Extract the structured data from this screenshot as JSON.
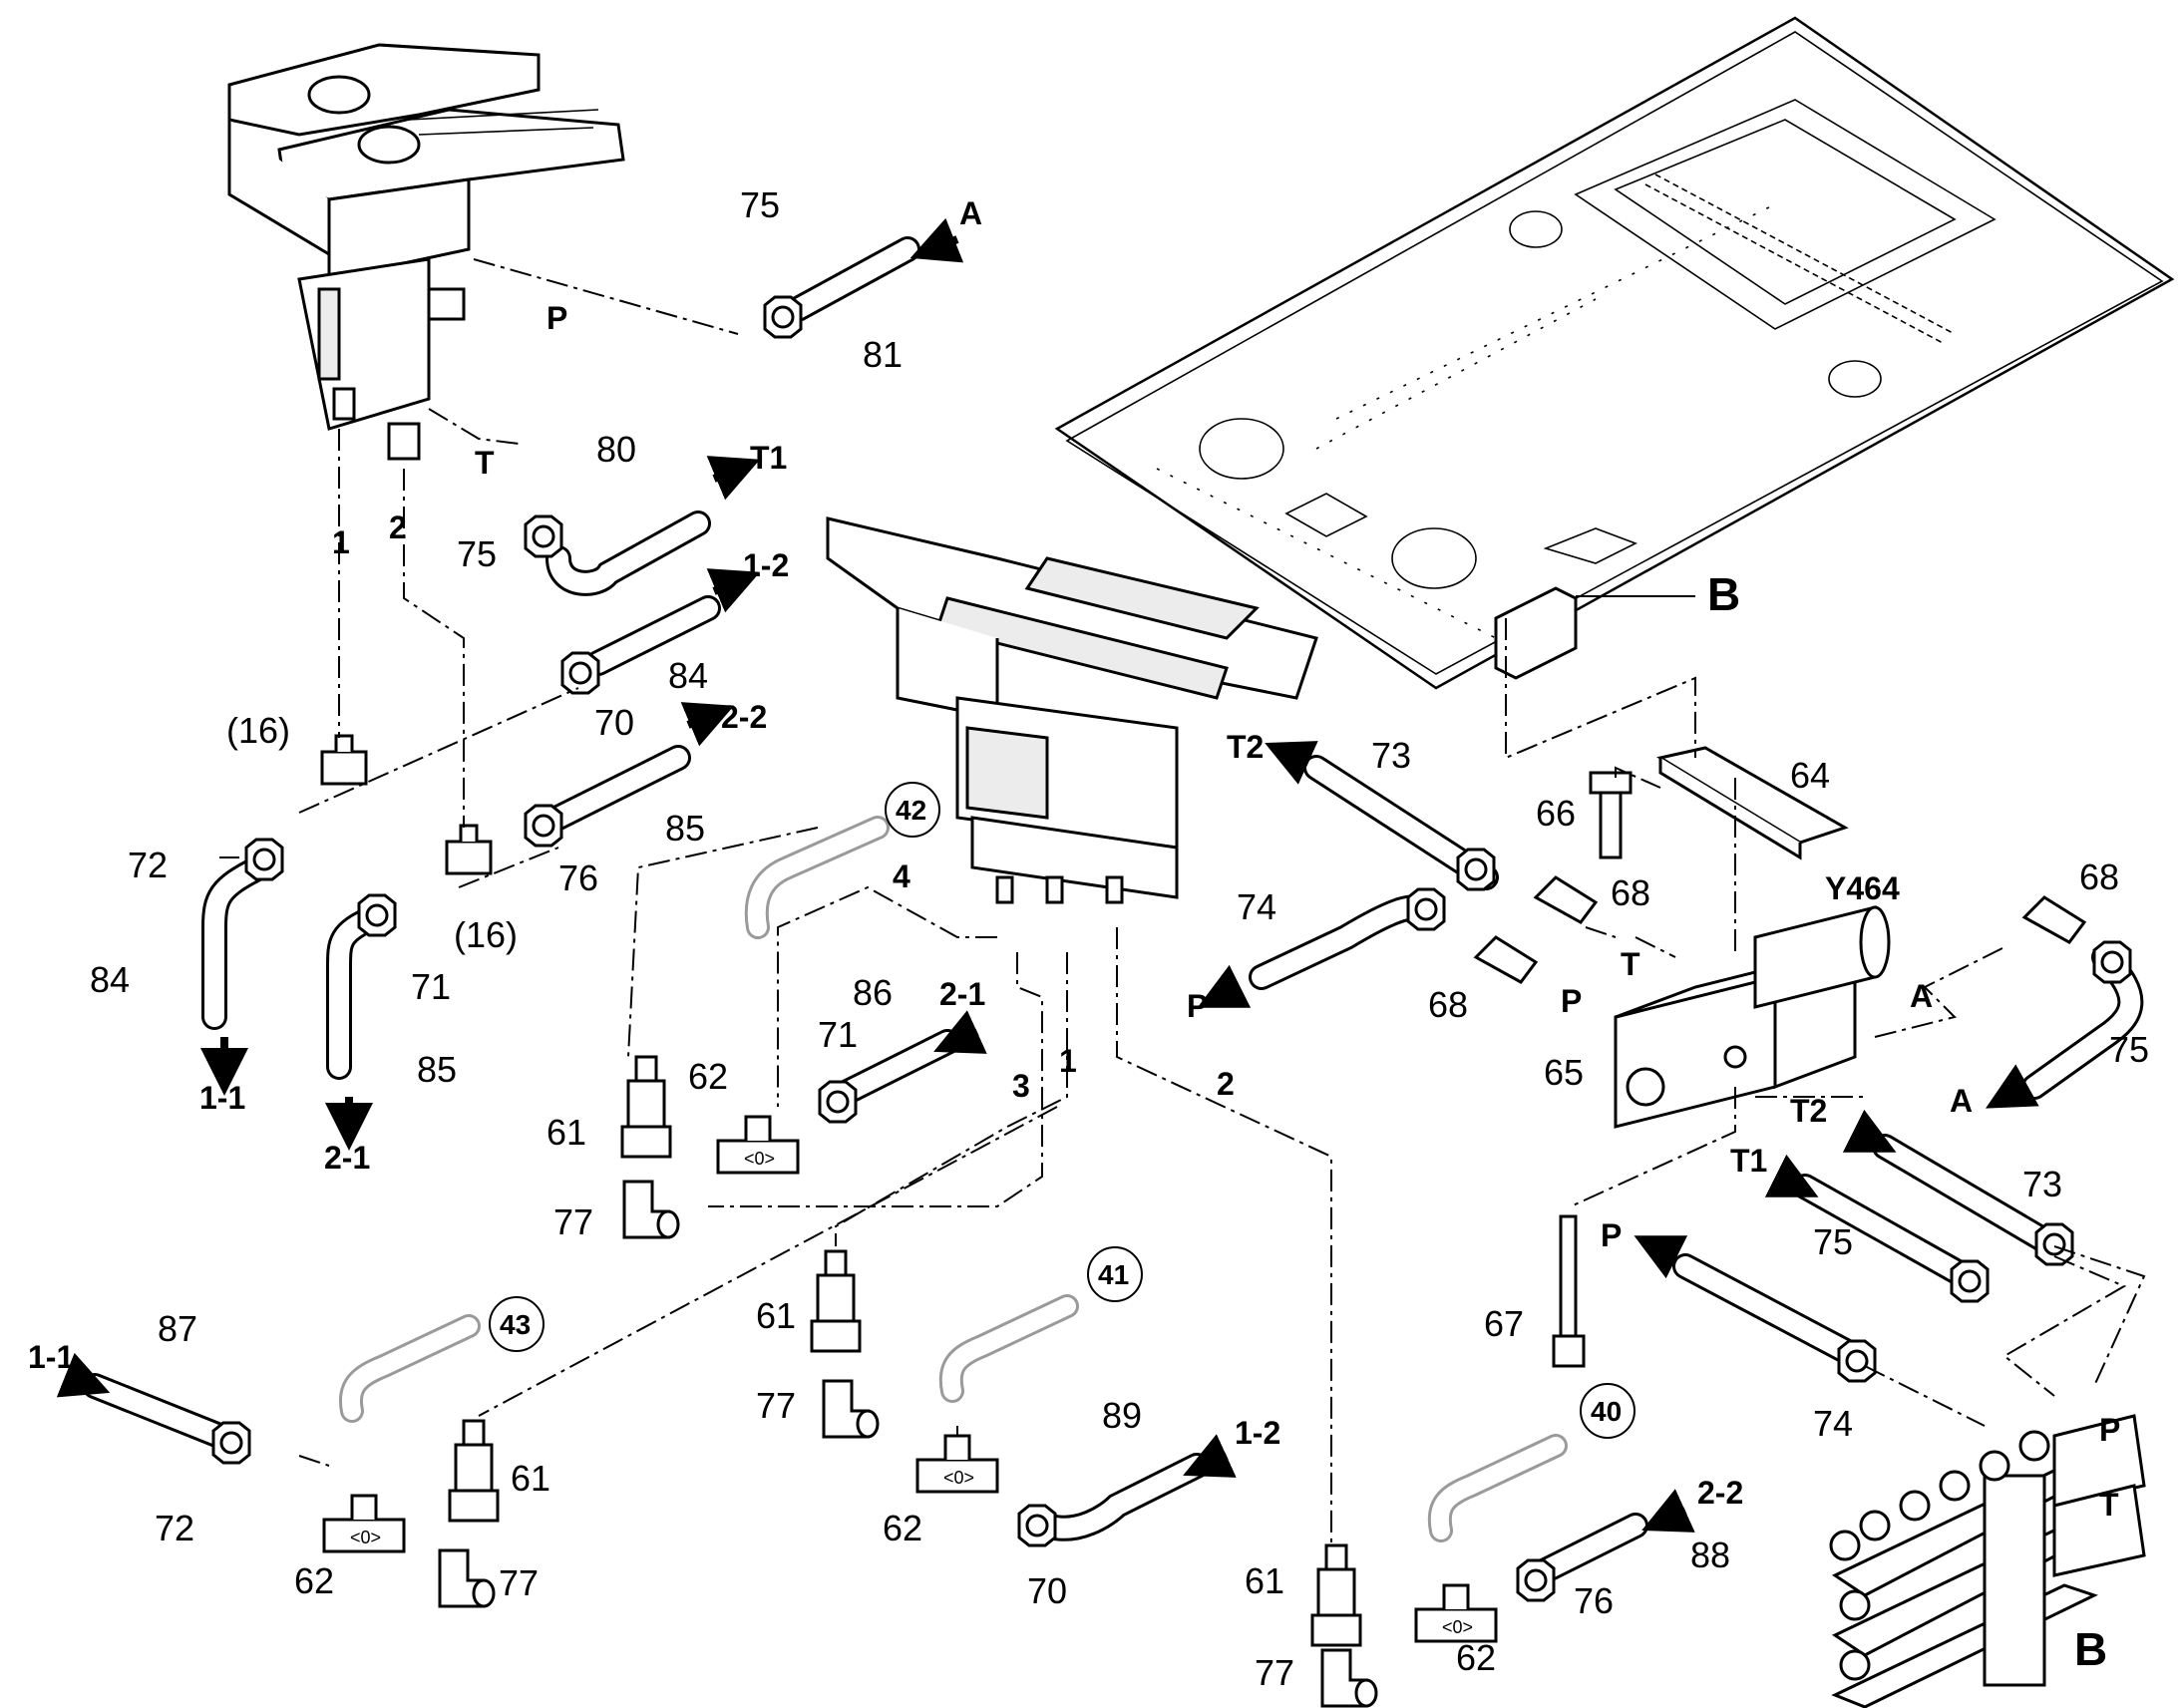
{
  "labels": {
    "n75a": "75",
    "n81": "81",
    "n80": "80",
    "n75b": "75",
    "n84a": "84",
    "n70a": "70",
    "n16a": "(16)",
    "n16b": "(16)",
    "n72a": "72",
    "n84b": "84",
    "n76a": "76",
    "n85a": "85",
    "n71a": "71",
    "n85b": "85",
    "n73a": "73",
    "n64": "64",
    "n66": "66",
    "n68a": "68",
    "n74a": "74",
    "n68b": "68",
    "n68c": "68",
    "n65": "65",
    "n75c": "75",
    "n73b": "73",
    "n75d": "75",
    "n74b": "74",
    "n67": "67",
    "n61a": "61",
    "n62a": "62",
    "n77a": "77",
    "n71b": "71",
    "n86": "86",
    "n61b": "61",
    "n77b": "77",
    "n62b": "62",
    "n70b": "70",
    "n89": "89",
    "n87": "87",
    "n72b": "72",
    "n62c": "62",
    "n77c": "77",
    "n61c": "61",
    "n61d": "61",
    "n77d": "77",
    "n62d": "62",
    "n76b": "76",
    "n88": "88",
    "line1a": "1",
    "line2a": "2",
    "line4": "4",
    "line3": "3",
    "line1b": "1",
    "line2b": "2"
  },
  "ports": {
    "pA": "A",
    "pP": "P",
    "pT": "T",
    "pT1": "T1",
    "p12a": "1-2",
    "p22a": "2-2",
    "p11a": "1-1",
    "p21a": "2-1",
    "pT2a": "T2",
    "pPleft": "P",
    "pT_mid": "T",
    "pP_mid": "P",
    "pA_mid": "A",
    "pA_right": "A",
    "pT2b": "T2",
    "pT1b": "T1",
    "pP_low": "P",
    "p21b": "2-1",
    "p12b": "1-2",
    "p11b": "1-1",
    "p22b": "2-2",
    "pP_block": "P",
    "pT_block": "T",
    "y464": "Y464"
  },
  "callouts": {
    "c42": "42",
    "c41": "41",
    "c43": "43",
    "c40": "40"
  },
  "detail": {
    "B1": "B",
    "B2": "B"
  },
  "icons": [
    "arrow-icon",
    "pedal-valve-icon",
    "solenoid-valve-icon",
    "floor-plate-icon",
    "manifold-block-icon"
  ]
}
